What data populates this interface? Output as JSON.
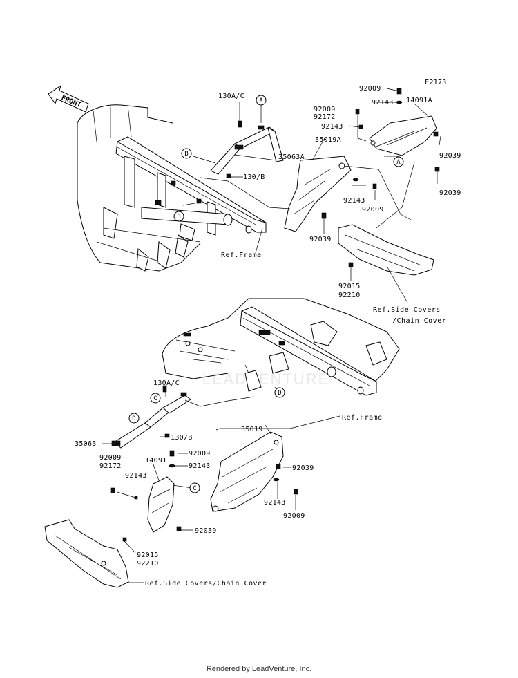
{
  "diagram": {
    "figure_id": "F2173",
    "direction": "FRONT",
    "watermark": "LEADVENTURE",
    "credit": "Rendered by LeadVenture, Inc."
  },
  "top_group": {
    "labels": {
      "l130ac": "130A/C",
      "l35063a": "35063A",
      "l130b": "130/B",
      "refFrame": "Ref.Frame",
      "l35019a": "35019A",
      "l92009_a": "92009",
      "l92172_a": "92172",
      "l92143_a": "92143",
      "l92009_b": "92009",
      "l92143_b": "92143",
      "l14091a": "14091A",
      "l92039_a": "92039",
      "l92039_b": "92039",
      "l92143_c": "92143",
      "l92009_c": "92009",
      "l92039_c": "92039",
      "l92015": "92015",
      "l92210": "92210",
      "refSide1": "Ref.Side Covers",
      "refSide2": "/Chain Cover"
    },
    "callouts": {
      "A1": "A",
      "A2": "A",
      "B1": "B",
      "B2": "B"
    }
  },
  "bottom_group": {
    "labels": {
      "l130ac": "130A/C",
      "refFrame": "Ref.Frame",
      "l130b": "130/B",
      "l35063": "35063",
      "l35019": "35019",
      "l92009_a": "92009",
      "l92172": "92172",
      "l14091": "14091",
      "l92009_b": "92009",
      "l92143_a": "92143",
      "l92143_b": "92143",
      "l92039_a": "92039",
      "l92143_c": "92143",
      "l92009_c": "92009",
      "l92015": "92015",
      "l92210": "92210",
      "l92039_b": "92039",
      "refSide": "Ref.Side Covers/Chain Cover"
    },
    "callouts": {
      "C1": "C",
      "C2": "C",
      "D1": "D",
      "D2": "D"
    }
  }
}
